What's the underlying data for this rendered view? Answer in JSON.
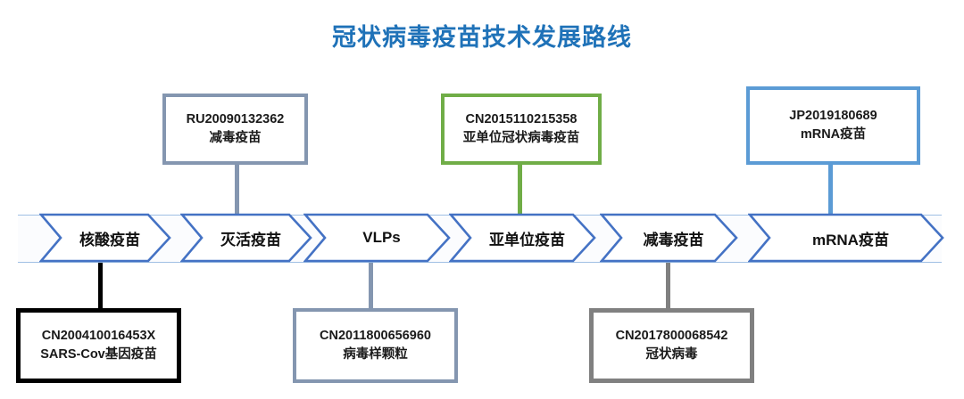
{
  "page": {
    "title": "冠状病毒疫苗技术发展路线",
    "title_color": "#1f72b8",
    "background": "#ffffff"
  },
  "diagram": {
    "type": "timeline-chevron-roadmap",
    "band_color": "#9fbfe4",
    "stages": [
      {
        "id": "stage-1",
        "label": "核酸疫苗",
        "border_color": "#4472c4"
      },
      {
        "id": "stage-2",
        "label": "灭活疫苗",
        "border_color": "#4472c4"
      },
      {
        "id": "stage-3",
        "label": "VLPs",
        "border_color": "#4472c4"
      },
      {
        "id": "stage-4",
        "label": "亚单位疫苗",
        "border_color": "#4472c4"
      },
      {
        "id": "stage-5",
        "label": "减毒疫苗",
        "border_color": "#4472c4"
      },
      {
        "id": "stage-6",
        "label": "mRNA疫苗",
        "border_color": "#4472c4"
      }
    ],
    "callouts_top": [
      {
        "id": "callout-ru20090132362",
        "patent_number": "RU20090132362",
        "patent_name": "减毒疫苗",
        "border_color": "#8496b0",
        "connector_color": "#8496b0",
        "connects_to": "灭活疫苗"
      },
      {
        "id": "callout-cn2015110215358",
        "patent_number": "CN2015110215358",
        "patent_name": "亚单位冠状病毒疫苗",
        "border_color": "#70ad47",
        "connector_color": "#70ad47",
        "connects_to": "亚单位疫苗"
      },
      {
        "id": "callout-jp2019180689",
        "patent_number": "JP2019180689",
        "patent_name": "mRNA疫苗",
        "border_color": "#5b9bd5",
        "connector_color": "#5b9bd5",
        "connects_to": "mRNA疫苗"
      }
    ],
    "callouts_bottom": [
      {
        "id": "callout-cn200410016453x",
        "patent_number": "CN200410016453X",
        "patent_name": "SARS-Cov基因疫苗",
        "border_color": "#000000",
        "connector_color": "#000000",
        "connects_to": "核酸疫苗"
      },
      {
        "id": "callout-cn2011800656960",
        "patent_number": "CN2011800656960",
        "patent_name": "病毒样颗粒",
        "border_color": "#8496b0",
        "connector_color": "#8496b0",
        "connects_to": "VLPs"
      },
      {
        "id": "callout-cn2017800068542",
        "patent_number": "CN2017800068542",
        "patent_name": "冠状病毒",
        "border_color": "#808080",
        "connector_color": "#808080",
        "connects_to": "减毒疫苗"
      }
    ]
  }
}
